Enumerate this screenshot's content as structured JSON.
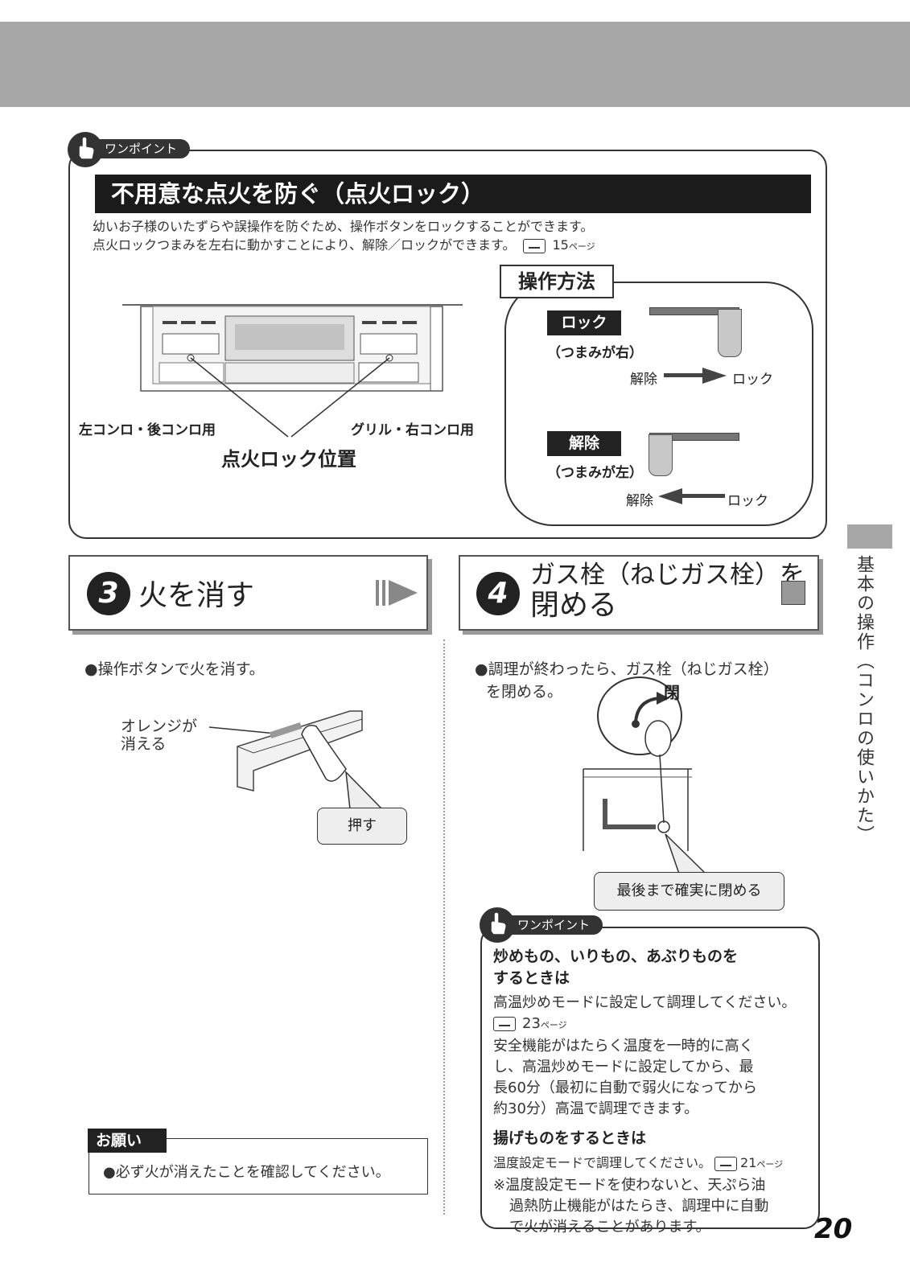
{
  "one_point": {
    "badge_label": "ワンポイント",
    "title": "不用意な点火を防ぐ（点火ロック）",
    "intro_line1": "幼いお子様のいたずらや誤操作を防ぐため、操作ボタンをロックすることができます。",
    "intro_line2": "点火ロックつまみを左右に動かすことにより、解除／ロックができます。",
    "intro_ref_page": "15",
    "intro_ref_suffix": "ページ",
    "label_left": "左コンロ・後コンロ用",
    "label_right": "グリル・右コンロ用",
    "label_center": "点火ロック位置",
    "method": {
      "title": "操作方法",
      "lock_tag": "ロック",
      "lock_desc": "（つまみが右）",
      "lock_from": "解除",
      "lock_to": "ロック",
      "unlock_tag": "解除",
      "unlock_desc": "（つまみが左）",
      "unlock_from": "解除",
      "unlock_to": "ロック"
    }
  },
  "step3": {
    "number": "3",
    "title": "火を消す",
    "instruction": "●操作ボタンで火を消す。",
    "orange_label_line1": "オレンジが",
    "orange_label_line2": "消える",
    "press_label": "押す"
  },
  "step4": {
    "number": "4",
    "title_line1": "ガス栓（ねじガス栓）を",
    "title_line2": "閉める",
    "instruction_line1": "●調理が終わったら、ガス栓（ねじガス栓）",
    "instruction_line2": "を閉める。",
    "close_label": "閉",
    "callout": "最後まで確実に閉める"
  },
  "one_point2": {
    "badge_label": "ワンポイント",
    "heading1_line1": "炒めもの、いりもの、あぶりものを",
    "heading1_line2": "するときは",
    "text1": "高温炒めモードに設定して調理してください。",
    "ref1_page": "23",
    "ref1_suffix": "ページ",
    "text2_line1": "安全機能がはたらく温度を一時的に高く",
    "text2_line2": "し、高温炒めモードに設定してから、最",
    "text2_line3": "長60分（最初に自動で弱火になってから",
    "text2_line4": "約30分）高温で調理できます。",
    "heading2": "揚げものをするときは",
    "text3": "温度設定モードで調理してください。",
    "ref2_page": "21",
    "ref2_suffix": "ページ",
    "text4_line1": "※温度設定モードを使わないと、天ぷら油",
    "text4_line2": "過熱防止機能がはたらき、調理中に自動",
    "text4_line3": "で火が消えることがあります。"
  },
  "request": {
    "label": "お願い",
    "text": "●必ず火が消えたことを確認してください。"
  },
  "side_tab": "基本の操作（コンロの使いかた）",
  "page_number": "20"
}
